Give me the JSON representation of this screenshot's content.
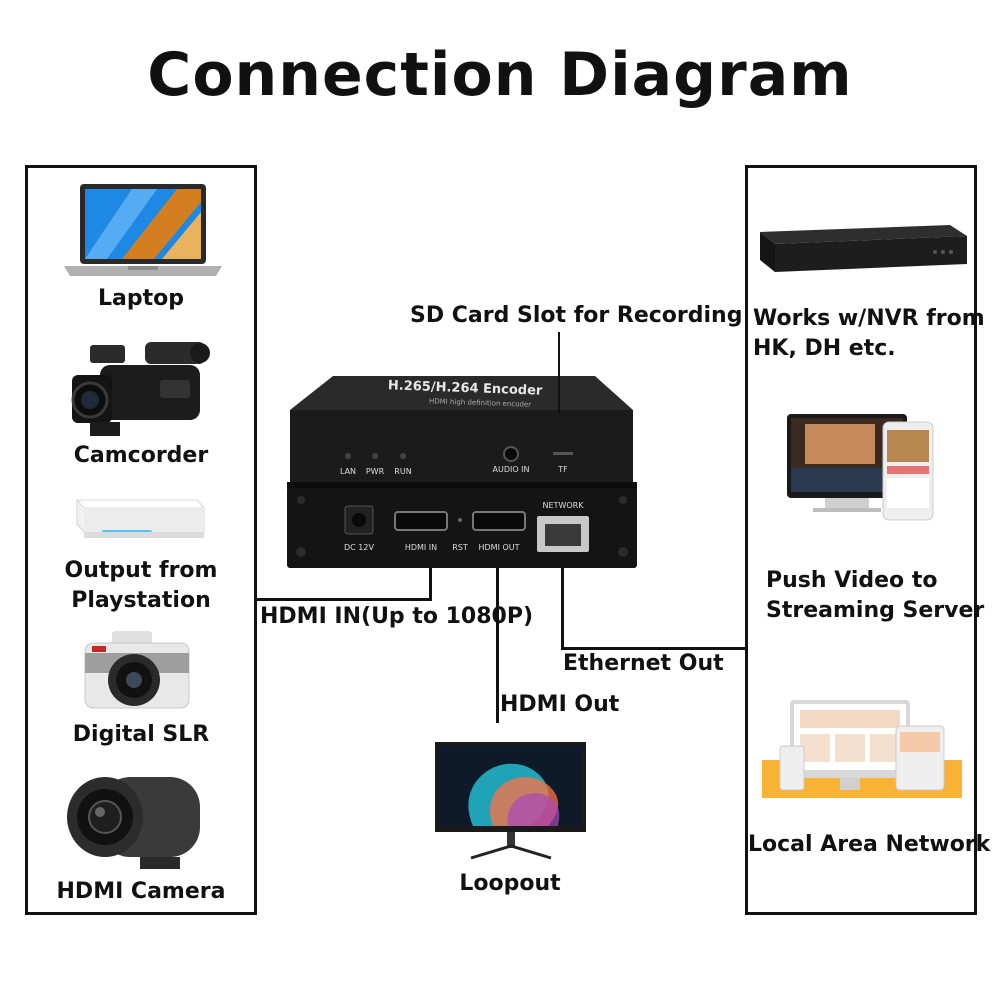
{
  "title": "Connection Diagram",
  "inputs": [
    {
      "label": "Laptop",
      "icon": "laptop-icon"
    },
    {
      "label": "Camcorder",
      "icon": "camcorder-icon"
    },
    {
      "label": "Output from\nPlaystation",
      "icon": "game-console-icon"
    },
    {
      "label": "Digital SLR",
      "icon": "dslr-camera-icon"
    },
    {
      "label": "HDMI Camera",
      "icon": "hdmi-camera-icon"
    }
  ],
  "outputs": [
    {
      "label": "Works w/NVR from\nHK, DH etc.",
      "icon": "nvr-icon"
    },
    {
      "label": "Push Video to\nStreaming Server",
      "icon": "streaming-screens-icon"
    },
    {
      "label": "Local Area Network",
      "icon": "lan-devices-icon"
    }
  ],
  "callouts": {
    "sd_card": "SD Card Slot for Recording",
    "hdmi_in": "HDMI IN(Up to 1080P)",
    "hdmi_out": "HDMI Out",
    "ethernet_out": "Ethernet Out",
    "loopout": "Loopout"
  },
  "encoder": {
    "top_label": "H.265/H.264 Encoder",
    "sub_label": "HDMI high definition encoder",
    "front_leds": [
      "LAN",
      "PWR",
      "RUN"
    ],
    "audio_in": "AUDIO IN",
    "tf": "TF",
    "dc": "DC 12V",
    "hdmi_in": "HDMI IN",
    "rst": "RST",
    "hdmi_out": "HDMI OUT",
    "network": "NETWORK"
  }
}
